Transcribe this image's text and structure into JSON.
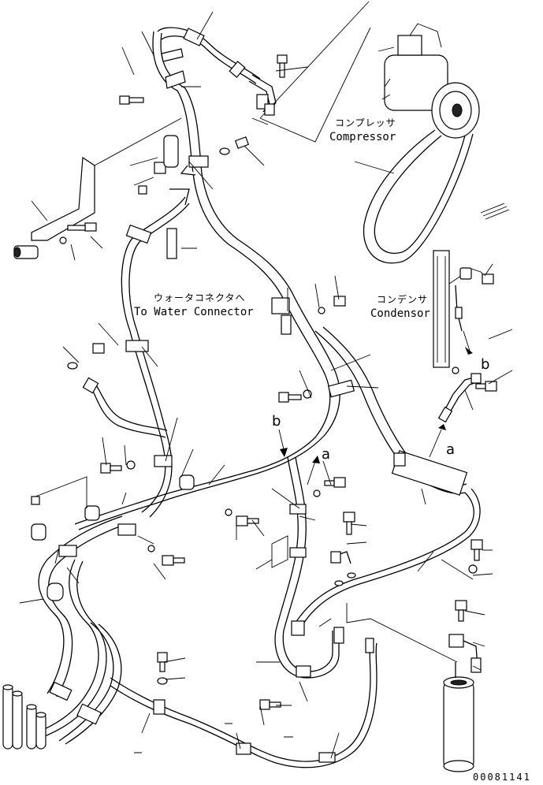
{
  "labels": {
    "compressor_jp": "コンプレッサ",
    "compressor_en": "Compressor",
    "water_jp": "ウォータコネクタへ",
    "water_en": "To Water Connector",
    "condensor_jp": "コンデンサ",
    "condensor_en": "Condensor",
    "mark_a": "a",
    "mark_b": "b",
    "drawing_id": "00081141"
  }
}
